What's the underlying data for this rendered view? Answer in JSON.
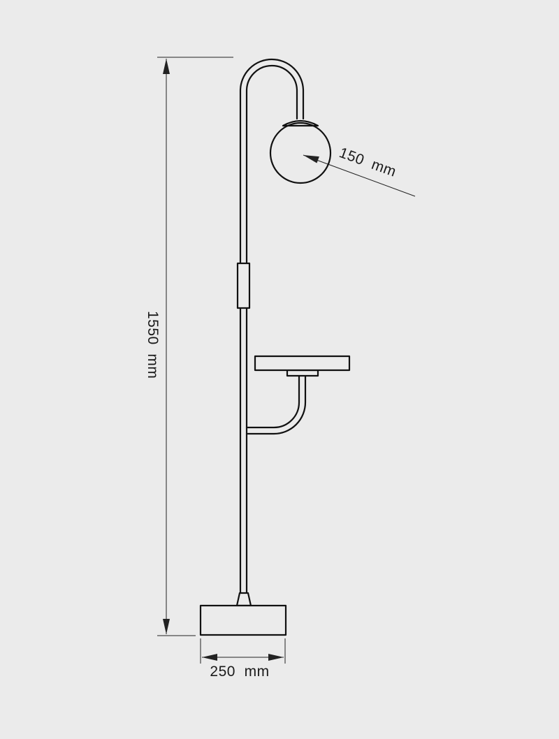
{
  "dimensions": {
    "height_label": "1550  mm",
    "base_width_label": "250  mm",
    "globe_diameter_label": "150  mm"
  },
  "colors": {
    "background": "#ebebeb",
    "stroke": "#111111",
    "text": "#1a1a1a"
  }
}
